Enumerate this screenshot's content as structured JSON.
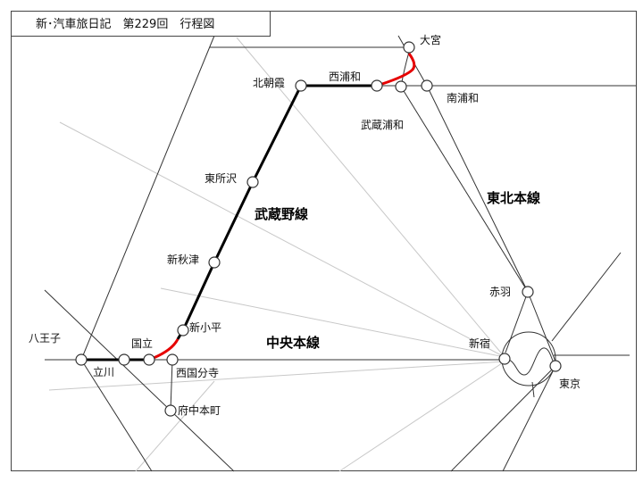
{
  "title": "新･汽車旅日記　第229回　行程図",
  "colors": {
    "route": "#000000",
    "route_highlight": "#e60000",
    "line": "#333333",
    "other_line": "#c8c8c8"
  },
  "lines": {
    "musashino": "武蔵野線",
    "tohoku": "東北本線",
    "chuo": "中央本線"
  },
  "stations": {
    "omiya": "大宮",
    "nishiurawa": "西浦和",
    "musashiurawa": "武蔵浦和",
    "minamiurawa": "南浦和",
    "kitaasaka": "北朝霞",
    "higashitokorozawa": "東所沢",
    "shinakitsu": "新秋津",
    "shinkodaira": "新小平",
    "kunitachi": "国立",
    "tachikawa": "立川",
    "hachioji": "八王子",
    "nishikokubunji": "西国分寺",
    "fuchuhommachi": "府中本町",
    "shinjuku": "新宿",
    "tokyo": "東京",
    "akabane": "赤羽"
  }
}
